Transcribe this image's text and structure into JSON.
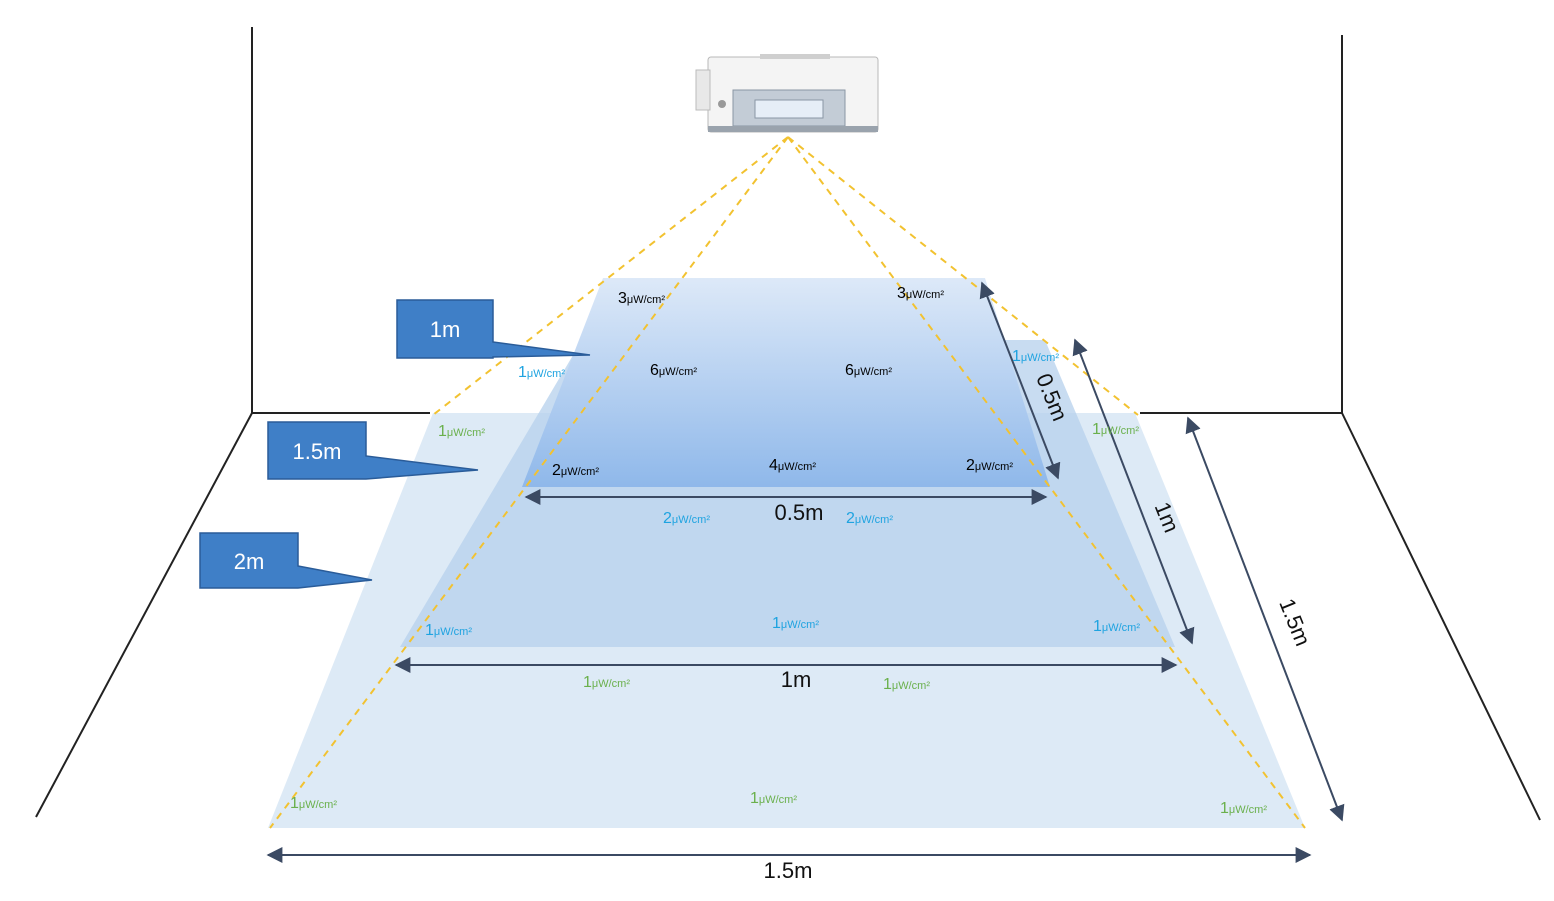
{
  "callouts": {
    "level1": "1m",
    "level2": "1.5m",
    "level3": "2m"
  },
  "dimensions": {
    "small_width": "0.5m",
    "medium_width": "1m",
    "large_width": "1.5m",
    "small_depth": "0.5m",
    "medium_depth": "1m",
    "large_depth": "1.5m"
  },
  "unit": "μW/cm²",
  "readings": {
    "level_1m": [
      "3",
      "3",
      "6",
      "6",
      "2",
      "4",
      "2"
    ],
    "level_1_5m": [
      "1",
      "1",
      "2",
      "2",
      "1",
      "1",
      "1"
    ],
    "level_2m": [
      "1",
      "1",
      "1",
      "1",
      "1",
      "1",
      "1"
    ]
  },
  "colors": {
    "level_1m_text": "#1a1a1a",
    "level_1_5m_text": "#1ea3e0",
    "level_2m_text": "#6ab04c",
    "beam": "#f2c230",
    "callout": "#3f7fc7"
  }
}
